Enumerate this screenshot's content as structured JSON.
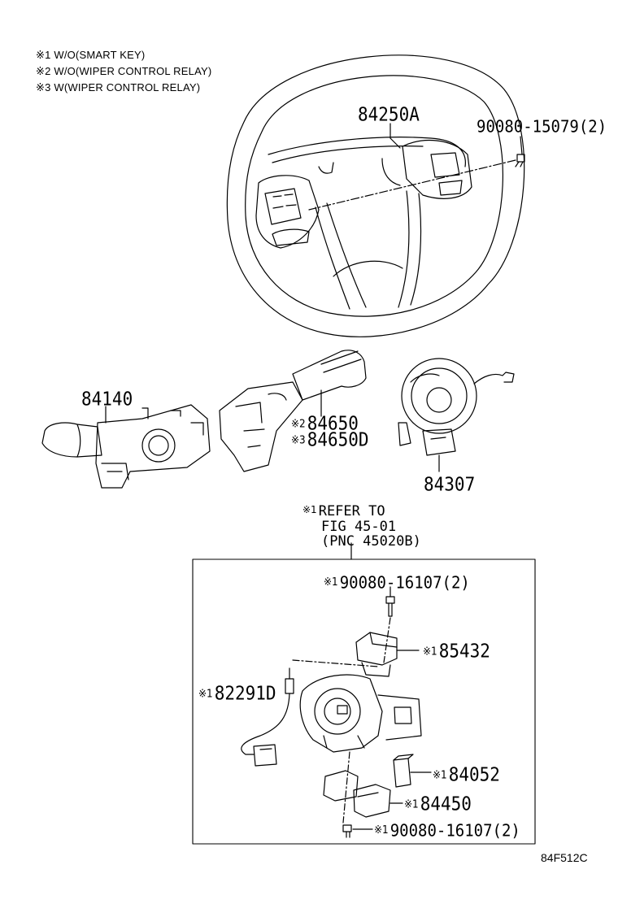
{
  "notes": [
    {
      "mark": "※1",
      "text": "W/O(SMART KEY)"
    },
    {
      "mark": "※2",
      "text": "W/O(WIPER CONTROL RELAY)"
    },
    {
      "mark": "※3",
      "text": "W(WIPER CONTROL RELAY)"
    }
  ],
  "parts": {
    "steering_wheel": "84250A",
    "wheel_screw": "90080-15079(2)",
    "turn_switch": "84140",
    "wiper_switch_a": {
      "mark": "※2",
      "number": "84650"
    },
    "wiper_switch_b": {
      "mark": "※3",
      "number": "84650D"
    },
    "spiral_cable": "84307",
    "screw_top": {
      "mark": "※1",
      "number": "90080-16107(2)"
    },
    "sensor_85432": {
      "mark": "※1",
      "number": "85432"
    },
    "sensor_82291d": {
      "mark": "※1",
      "number": "82291D"
    },
    "part_84052": {
      "mark": "※1",
      "number": "84052"
    },
    "part_84450": {
      "mark": "※1",
      "number": "84450"
    },
    "screw_bottom": {
      "mark": "※1",
      "number": "90080-16107(2)"
    }
  },
  "reference": {
    "mark": "※1",
    "line1": "REFER TO",
    "line2": "FIG 45-01",
    "line3": "(PNC 45020B)"
  },
  "figure_code": "84F512C"
}
